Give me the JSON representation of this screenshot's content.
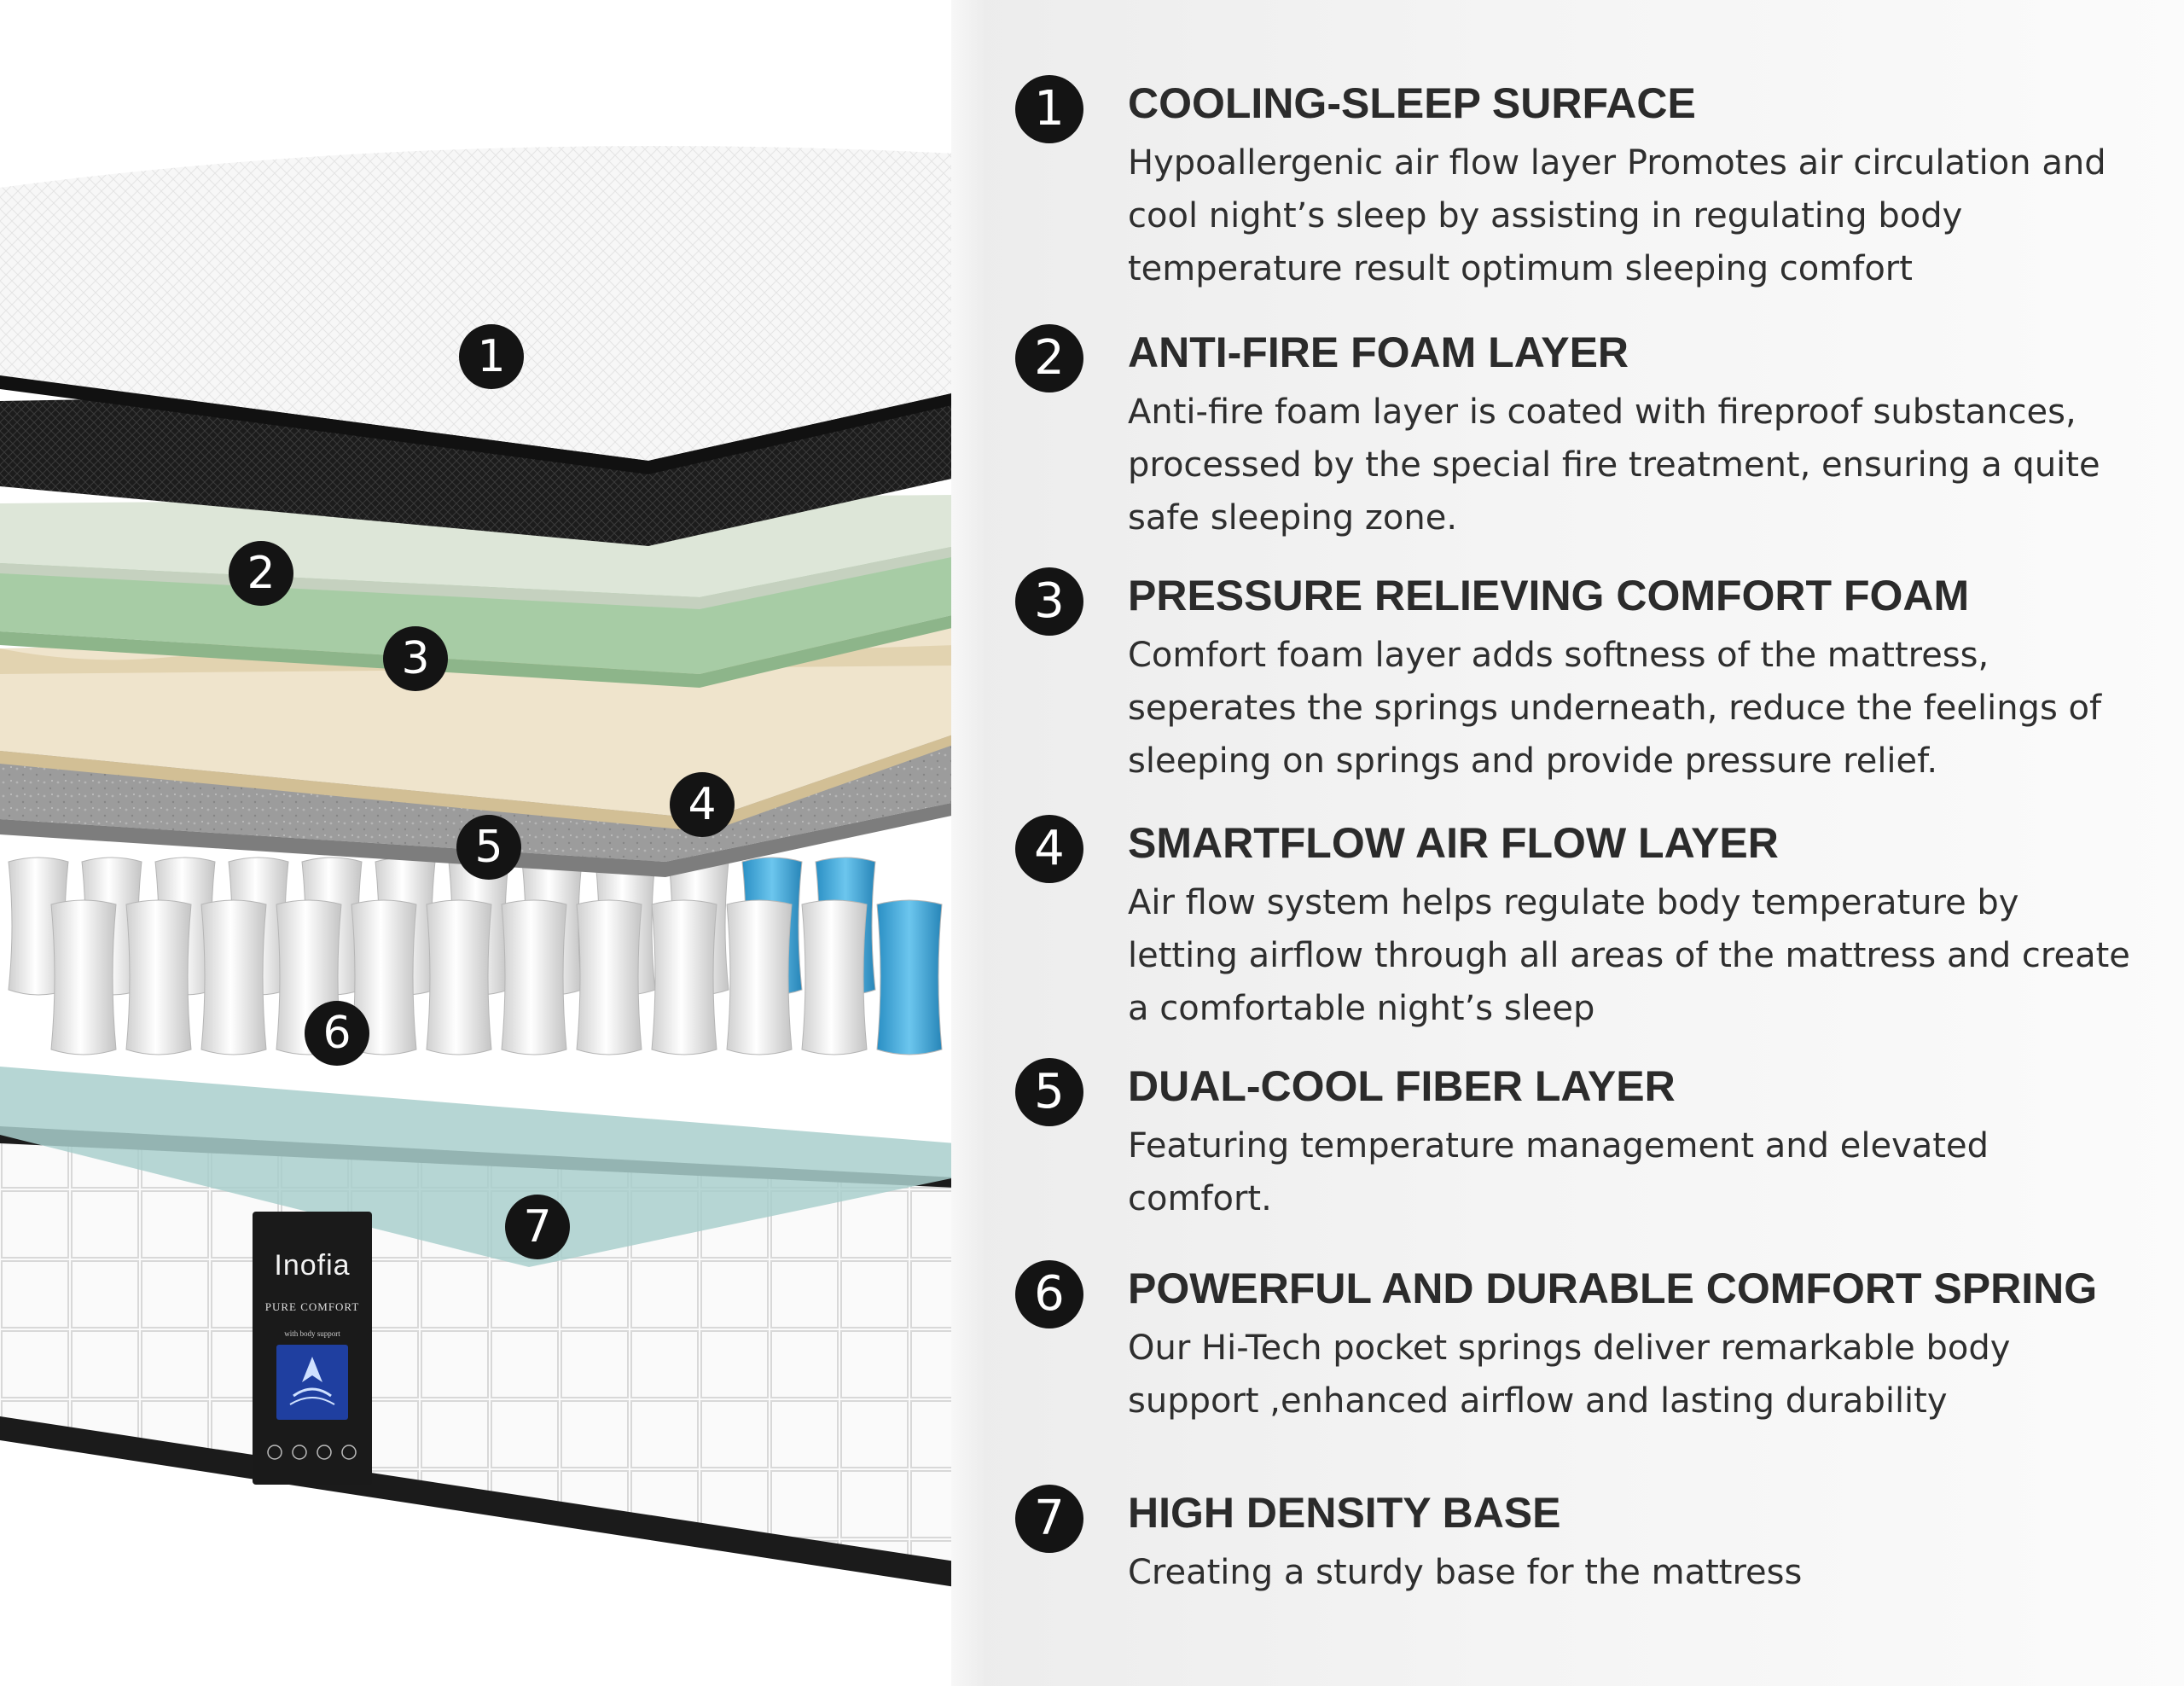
{
  "brand": {
    "name": "Inofia",
    "tagline": "PURE COMFORT",
    "sub": "with body support"
  },
  "callouts": [
    "1",
    "2",
    "3",
    "4",
    "5",
    "6",
    "7"
  ],
  "features": [
    {
      "number": "1",
      "title": "COOLING-SLEEP SURFACE",
      "description": "Hypoallergenic air flow layer Promotes air circulation and cool night’s sleep by assisting in regulating body temperature result optimum sleeping comfort"
    },
    {
      "number": "2",
      "title": "ANTI-FIRE FOAM LAYER",
      "description": "Anti-fire foam layer is coated with fireproof substances, processed by the special fire treatment, ensuring a quite safe sleeping zone."
    },
    {
      "number": "3",
      "title": "PRESSURE RELIEVING COMFORT FOAM",
      "description": "Comfort foam layer adds softness of the mattress, seperates the springs underneath, reduce the feelings of sleeping on springs and provide pressure relief."
    },
    {
      "number": "4",
      "title": "SMARTFLOW AIR FLOW LAYER",
      "description": "Air flow system helps regulate body temperature by letting airflow through all areas of the mattress and create a comfortable night’s sleep"
    },
    {
      "number": "5",
      "title": "DUAL-COOL FIBER LAYER",
      "description": "Featuring temperature management and elevated comfort."
    },
    {
      "number": "6",
      "title": "POWERFUL AND DURABLE COMFORT SPRING",
      "description": "Our Hi-Tech pocket springs deliver remarkable body support ,enhanced airflow and lasting durability"
    },
    {
      "number": "7",
      "title": "HIGH DENSITY BASE",
      "description": "Creating a sturdy base for the mattress"
    }
  ]
}
